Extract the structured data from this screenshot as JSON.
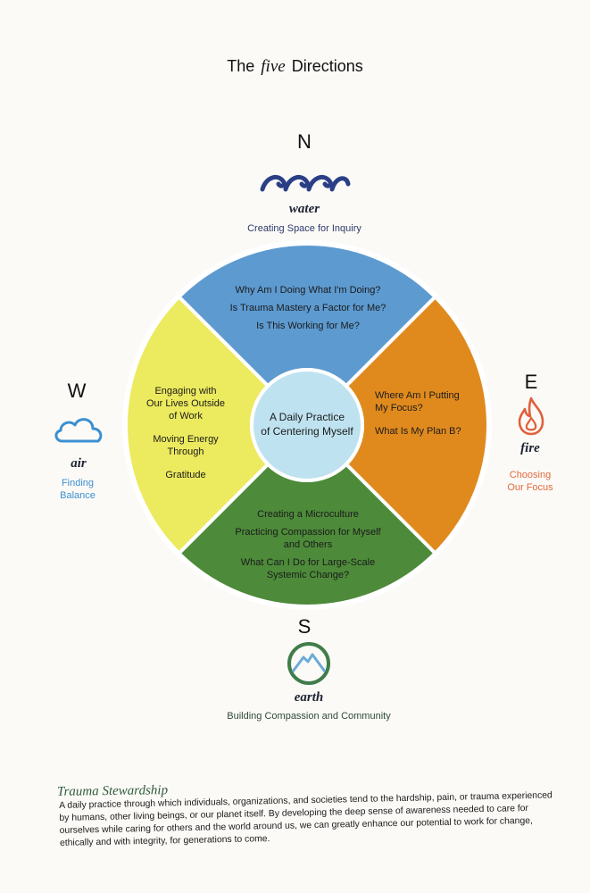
{
  "title": {
    "prefix": "The",
    "italic": "five",
    "suffix": "Directions"
  },
  "directions": {
    "north": {
      "letter": "N",
      "element": "water",
      "caption": "Creating Space for Inquiry"
    },
    "east": {
      "letter": "E",
      "element": "fire",
      "caption_line1": "Choosing",
      "caption_line2": "Our Focus"
    },
    "south": {
      "letter": "S",
      "element": "earth",
      "caption": "Building Compassion and Community"
    },
    "west": {
      "letter": "W",
      "element": "air",
      "caption_line1": "Finding",
      "caption_line2": "Balance"
    }
  },
  "wheel": {
    "center": {
      "line1": "A Daily Practice",
      "line2": "of Centering Myself"
    },
    "north_items": [
      "Why Am I Doing What I'm Doing?",
      "Is Trauma Mastery a Factor for Me?",
      "Is This Working for Me?"
    ],
    "east_items": {
      "q1_line1": "Where Am I Putting",
      "q1_line2": "My Focus?",
      "q2": "What Is My Plan B?"
    },
    "west_items": {
      "a_line1": "Engaging with",
      "a_line2": "Our Lives Outside",
      "a_line3": "of Work",
      "b_line1": "Moving Energy",
      "b_line2": "Through",
      "c": "Gratitude"
    },
    "south_items": {
      "a": "Creating a Microculture",
      "b_line1": "Practicing Compassion for Myself",
      "b_line2": "and Others",
      "c_line1": "What Can I Do for Large-Scale",
      "c_line2": "Systemic Change?"
    }
  },
  "colors": {
    "north": "#5d9ad0",
    "east": "#e08a1e",
    "south": "#4d8a3a",
    "west": "#ecea5e",
    "center": "#bfe2f0",
    "water_icon": "#2b3f86",
    "fire_icon": "#e0603a",
    "air_icon": "#3b8fd0",
    "earth_icon": "#3f7d4a",
    "mountain": "#6aaad9",
    "west_caption": "#3d8fd0",
    "east_caption": "#e06a3d"
  },
  "footer": {
    "heading": "Trauma Stewardship",
    "body": "A daily practice through which individuals, organizations, and societies tend to the hardship, pain, or trauma experienced by humans, other living beings, or our planet itself. By developing the deep sense of awareness needed to care for ourselves while caring for others and the world around us, we can greatly enhance our potential to work for change, ethically and with integrity, for generations to come."
  }
}
